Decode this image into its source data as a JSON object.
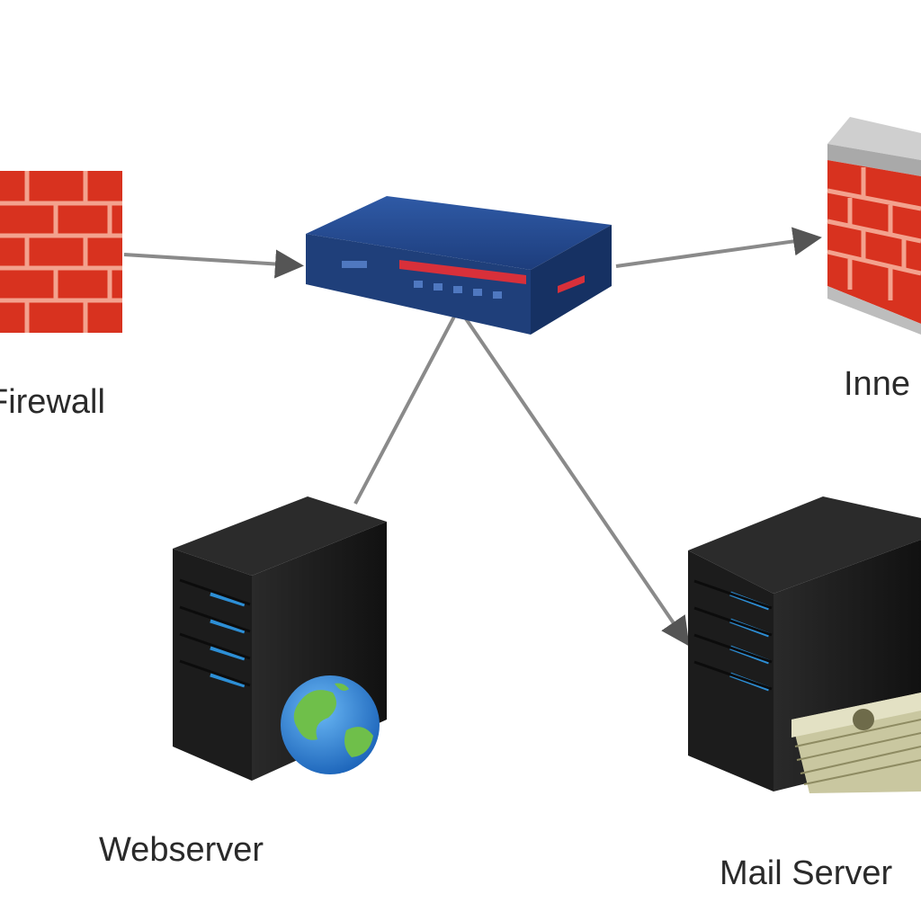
{
  "nodes": {
    "firewall": {
      "label": "Firewall",
      "icon": "brick-wall-icon"
    },
    "router": {
      "icon": "network-switch-icon"
    },
    "inner_firewall": {
      "label": "Inne",
      "icon": "brick-wall-icon"
    },
    "webserver": {
      "label": "Webserver",
      "icon": "server-tower-icon",
      "badge": "globe-icon"
    },
    "mailserver": {
      "label": "Mail Server",
      "icon": "server-tower-icon",
      "badge": "money-stack-icon"
    }
  },
  "edges": [
    {
      "from": "firewall",
      "to": "router",
      "arrow": "router"
    },
    {
      "from": "router",
      "to": "inner_firewall",
      "arrow": "inner_firewall"
    },
    {
      "from": "router",
      "to": "webserver"
    },
    {
      "from": "router",
      "to": "mailserver",
      "arrow": "mailserver"
    }
  ],
  "colors": {
    "brick": "#d8321f",
    "mortar": "#f3a28e",
    "switch_body": "#1f3f7a",
    "server_body": "#1c1c1c",
    "server_led": "#2d8fd6",
    "connector": "#8a8a8a"
  }
}
